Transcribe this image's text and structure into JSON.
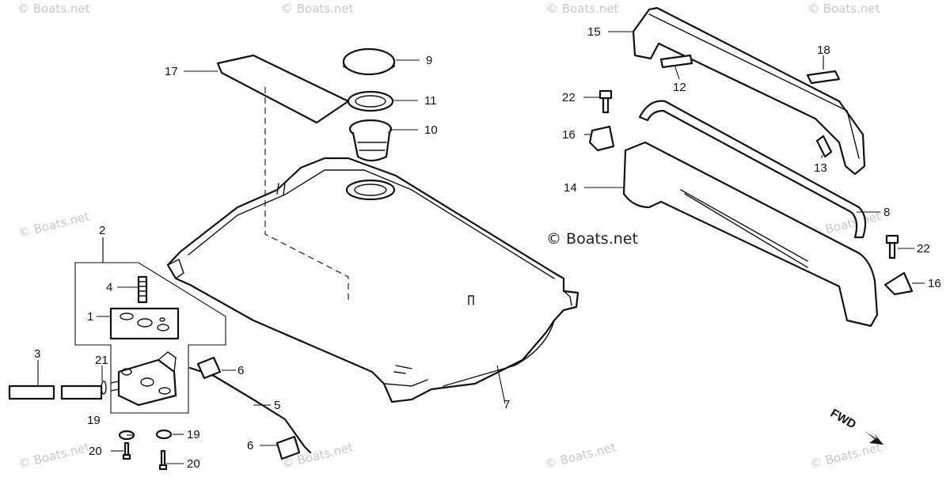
{
  "watermark_text": "© Boats.net",
  "watermark_main": "© Boats.net",
  "direction_label": "FWD",
  "callouts": {
    "c1": "1",
    "c2": "2",
    "c3": "3",
    "c4": "4",
    "c5": "5",
    "c6a": "6",
    "c6b": "6",
    "c7": "7",
    "c8": "8",
    "c9": "9",
    "c10": "10",
    "c11": "11",
    "c12": "12",
    "c13": "13",
    "c14": "14",
    "c15": "15",
    "c16a": "16",
    "c16b": "16",
    "c17": "17",
    "c18": "18",
    "c19a": "19",
    "c19b": "19",
    "c20a": "20",
    "c20b": "20",
    "c21": "21",
    "c22a": "22",
    "c22b": "22"
  }
}
